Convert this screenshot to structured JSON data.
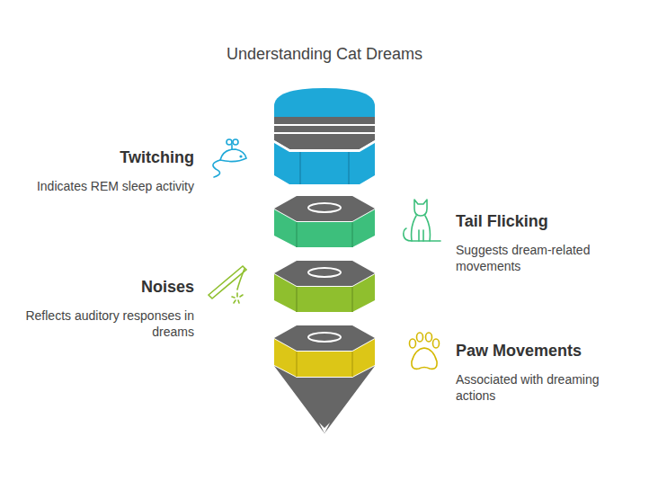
{
  "diagram": {
    "title": "Understanding Cat Dreams",
    "nodes": [
      {
        "text": [
          "Twitching",
          "Indicates REM sleep activity"
        ]
      },
      {
        "text": [
          "Tail Flicking",
          "Suggests dream-related movements"
        ]
      },
      {
        "text": [
          "Noises",
          "Reflects auditory responses in dreams"
        ]
      },
      {
        "text": [
          "Paw Movements",
          "Associated with dreaming actions"
        ]
      }
    ]
  }
}
